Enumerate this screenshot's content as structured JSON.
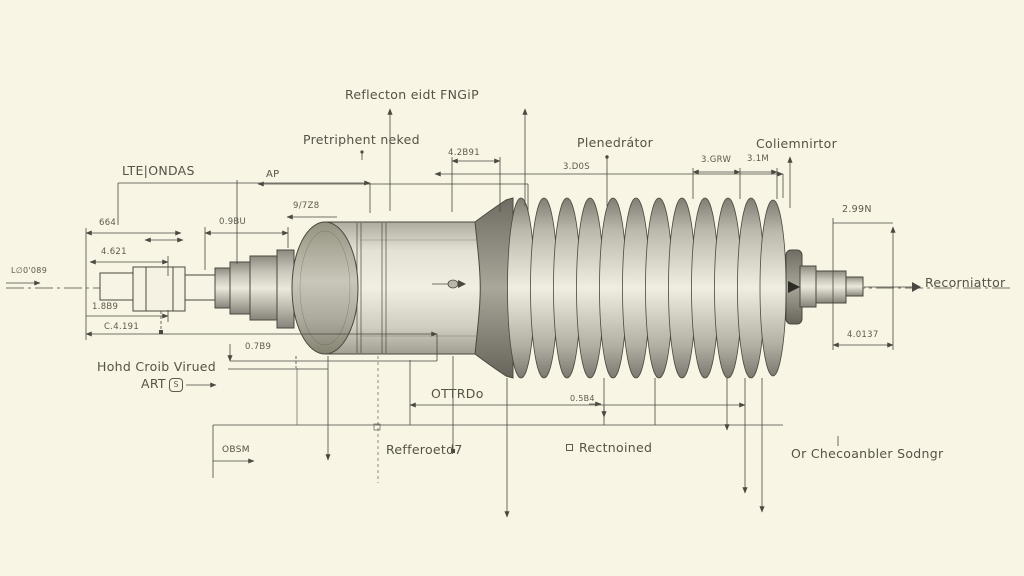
{
  "meta": {
    "type": "engineering-technical-drawing",
    "subject": "stepped shaft with ribbed bellows roller, dimensioned"
  },
  "colors": {
    "background": "#f8f5e4",
    "line": "#4a4840",
    "text": "#555246",
    "part_light": "#efede0",
    "part_dark": "#6f6d63"
  },
  "labels": {
    "reflecton": "Reflecton eidt FNGiP",
    "pretriphent": "Pretriphent neked",
    "plenedrator": "Plenedrátor",
    "coliemnirtor": "Coliemnirtor",
    "lteondas": "LTE|ONDAS",
    "ap": "AP",
    "hohd": "Hohd Croib Virued",
    "art": "ART",
    "art_mark": "S",
    "recorniattor": "Recorniattor",
    "or_checoanbler": "Or Checoanbler Sodngr",
    "ottrdo": "OTTRDo",
    "refferoetd": "Refferoetd7",
    "rectnoined": "Rectnoined",
    "obsm": "OBSM"
  },
  "dims": {
    "v97z8": "9/7Z8",
    "v42b91": "4.2B91",
    "v3d0s": "3.D0S",
    "v3grw": "3.GRW",
    "v31m": "3.1M",
    "v299n": "2.99N",
    "v40137": "4.0137",
    "v664": "664",
    "v09bu": "0.9BU",
    "v4621": "4.621",
    "v18b9": "1.8B9",
    "vc4191": "C.4.191",
    "vl0089": "L∅0'089",
    "v07b9": "0.7B9",
    "v05b4": "0.5B4"
  }
}
